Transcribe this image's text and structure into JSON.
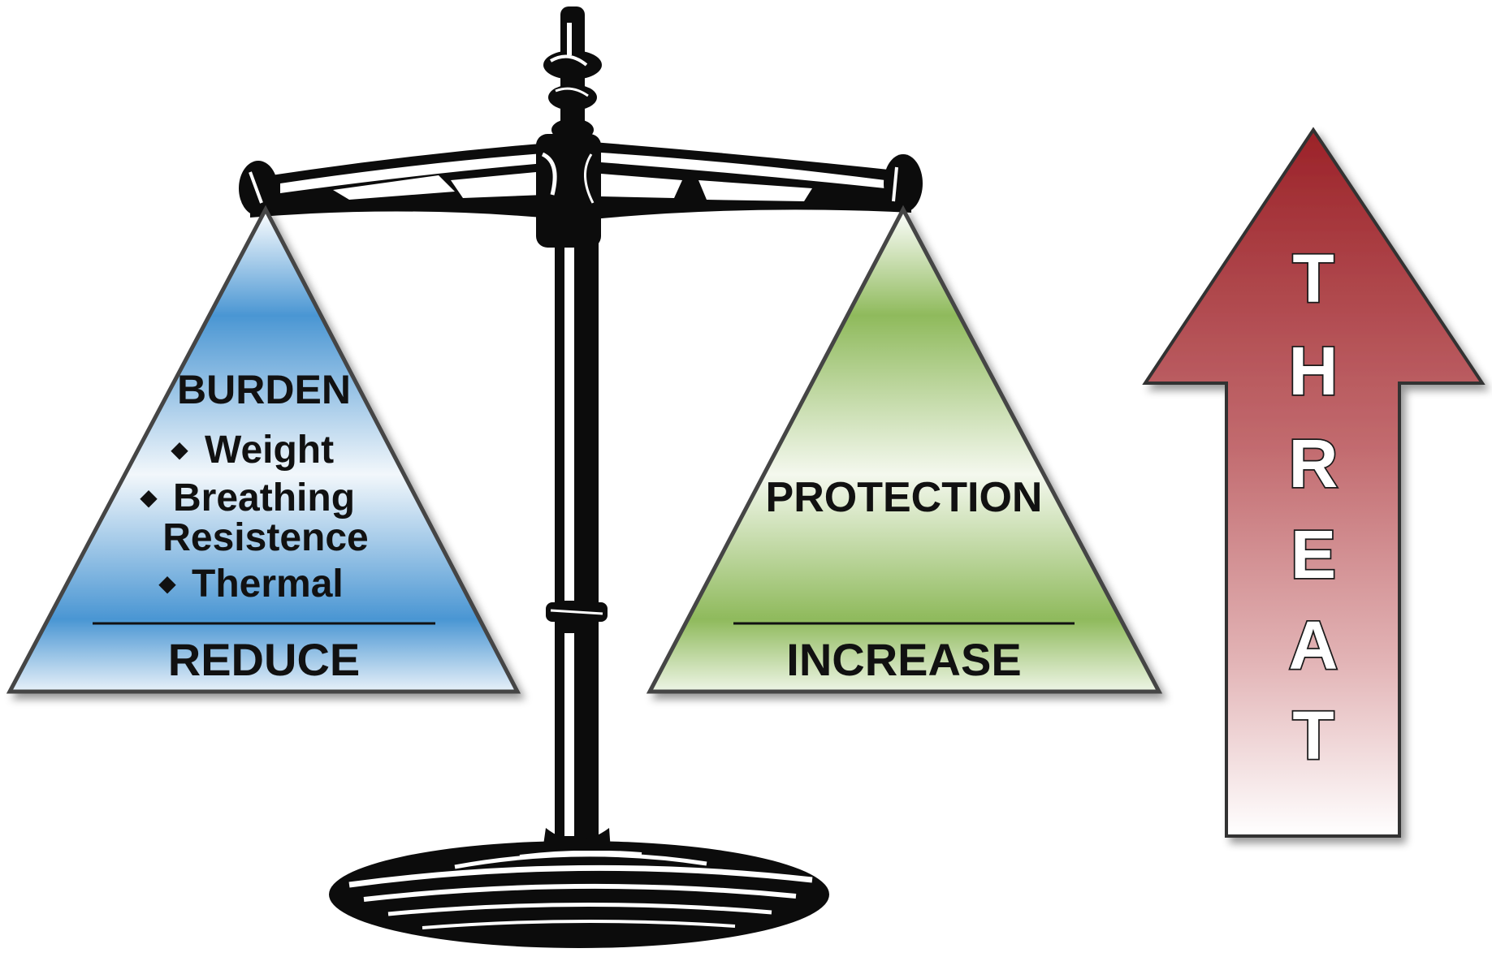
{
  "left_pan": {
    "heading": "BURDEN",
    "items": [
      "Weight",
      "Breathing",
      "Resistence",
      "Thermal"
    ],
    "bullet": "◆",
    "footer": "REDUCE",
    "color": "#3f92d2"
  },
  "right_pan": {
    "heading": "PROTECTION",
    "footer": "INCREASE",
    "color": "#8fba5c"
  },
  "arrow": {
    "letters": [
      "T",
      "H",
      "R",
      "E",
      "A",
      "T"
    ],
    "color": "#9b2b30"
  },
  "scale_icon": "balance-scale-icon"
}
